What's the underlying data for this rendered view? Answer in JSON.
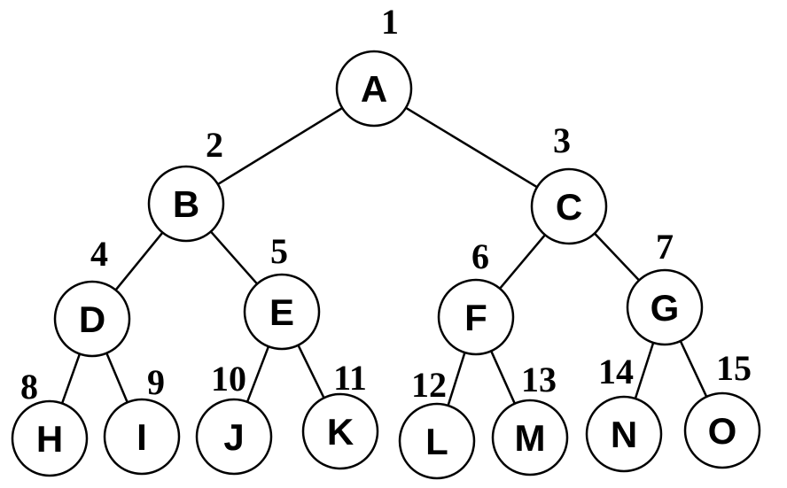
{
  "tree": {
    "nodes": [
      {
        "id": "A",
        "label": "A",
        "index": "1"
      },
      {
        "id": "B",
        "label": "B",
        "index": "2"
      },
      {
        "id": "C",
        "label": "C",
        "index": "3"
      },
      {
        "id": "D",
        "label": "D",
        "index": "4"
      },
      {
        "id": "E",
        "label": "E",
        "index": "5"
      },
      {
        "id": "F",
        "label": "F",
        "index": "6"
      },
      {
        "id": "G",
        "label": "G",
        "index": "7"
      },
      {
        "id": "H",
        "label": "H",
        "index": "8"
      },
      {
        "id": "I",
        "label": "I",
        "index": "9"
      },
      {
        "id": "J",
        "label": "J",
        "index": "10"
      },
      {
        "id": "K",
        "label": "K",
        "index": "11"
      },
      {
        "id": "L",
        "label": "L",
        "index": "12"
      },
      {
        "id": "M",
        "label": "M",
        "index": "13"
      },
      {
        "id": "N",
        "label": "N",
        "index": "14"
      },
      {
        "id": "O",
        "label": "O",
        "index": "15"
      }
    ],
    "edges": [
      [
        "A",
        "B"
      ],
      [
        "A",
        "C"
      ],
      [
        "B",
        "D"
      ],
      [
        "B",
        "E"
      ],
      [
        "C",
        "F"
      ],
      [
        "C",
        "G"
      ],
      [
        "D",
        "H"
      ],
      [
        "D",
        "I"
      ],
      [
        "E",
        "J"
      ],
      [
        "E",
        "K"
      ],
      [
        "F",
        "L"
      ],
      [
        "F",
        "M"
      ],
      [
        "G",
        "N"
      ],
      [
        "G",
        "O"
      ]
    ]
  }
}
